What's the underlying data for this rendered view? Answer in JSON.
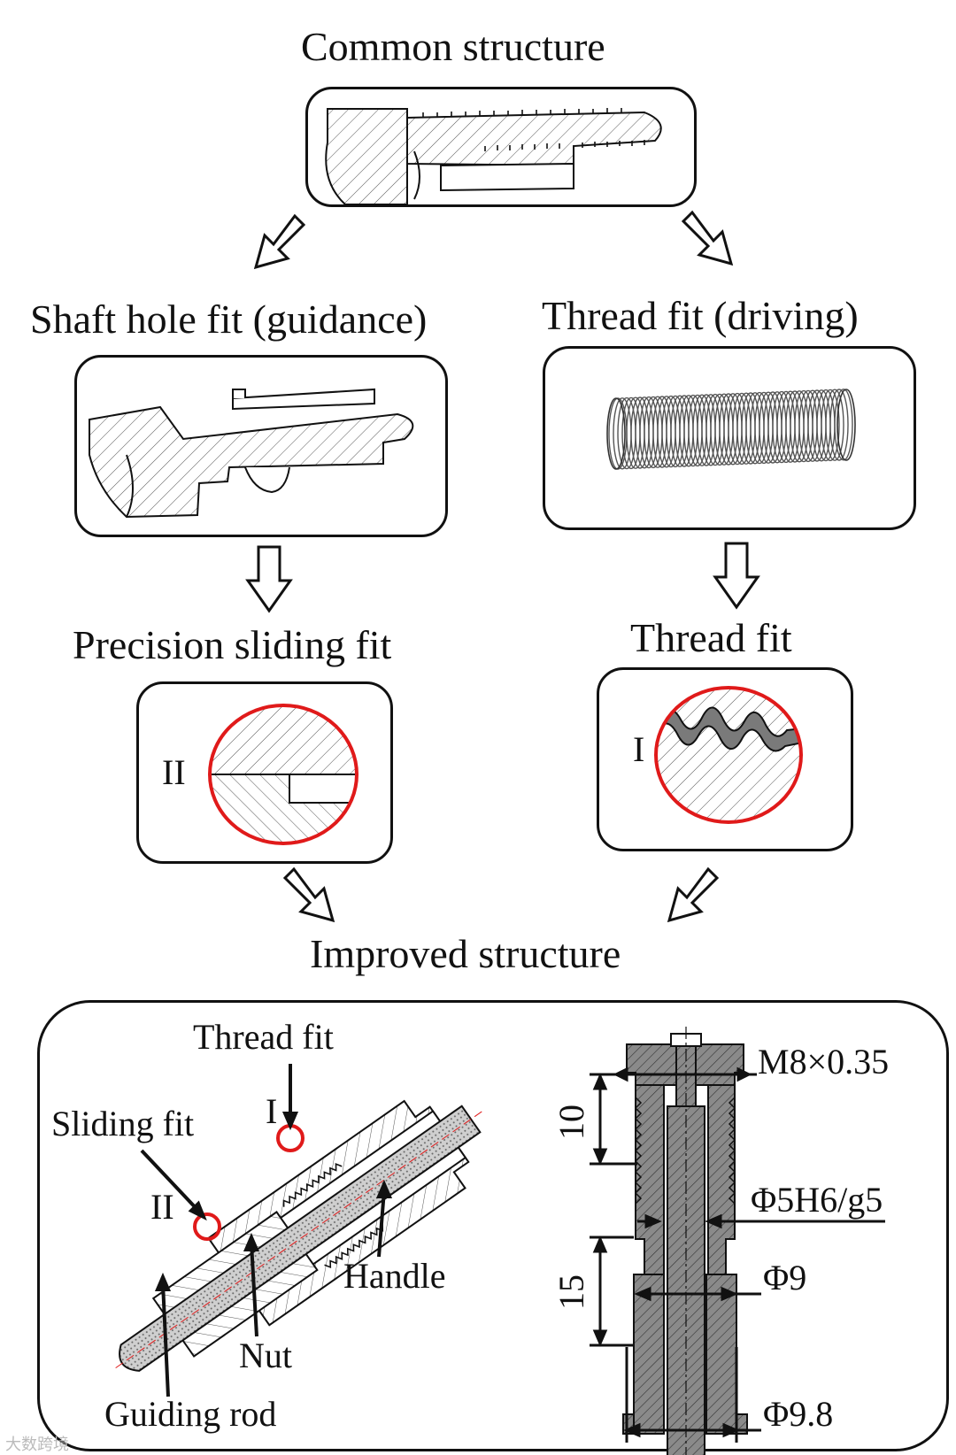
{
  "titles": {
    "common": "Common structure",
    "shaft": "Shaft hole fit (guidance)",
    "thread": "Thread fit (driving)",
    "precision": "Precision sliding fit",
    "thread_fit": "Thread fit",
    "improved": "Improved structure"
  },
  "detail_marks": {
    "precision": "II",
    "thread": "I"
  },
  "assembly_labels": {
    "thread_fit": "Thread fit",
    "sliding_fit": "Sliding fit",
    "mark_i": "I",
    "mark_ii": "II",
    "handle": "Handle",
    "nut": "Nut",
    "guiding_rod": "Guiding rod"
  },
  "dimensions": {
    "thread_spec": "M8×0.35",
    "fit_spec": "Φ5H6/g5",
    "dia_9": "Φ9",
    "dia_98": "Φ9.8",
    "len_10": "10",
    "len_15": "15"
  },
  "watermark": "大数跨境",
  "colors": {
    "highlight": "#e01a1a",
    "line": "#111111",
    "fill_dark": "#777777"
  }
}
